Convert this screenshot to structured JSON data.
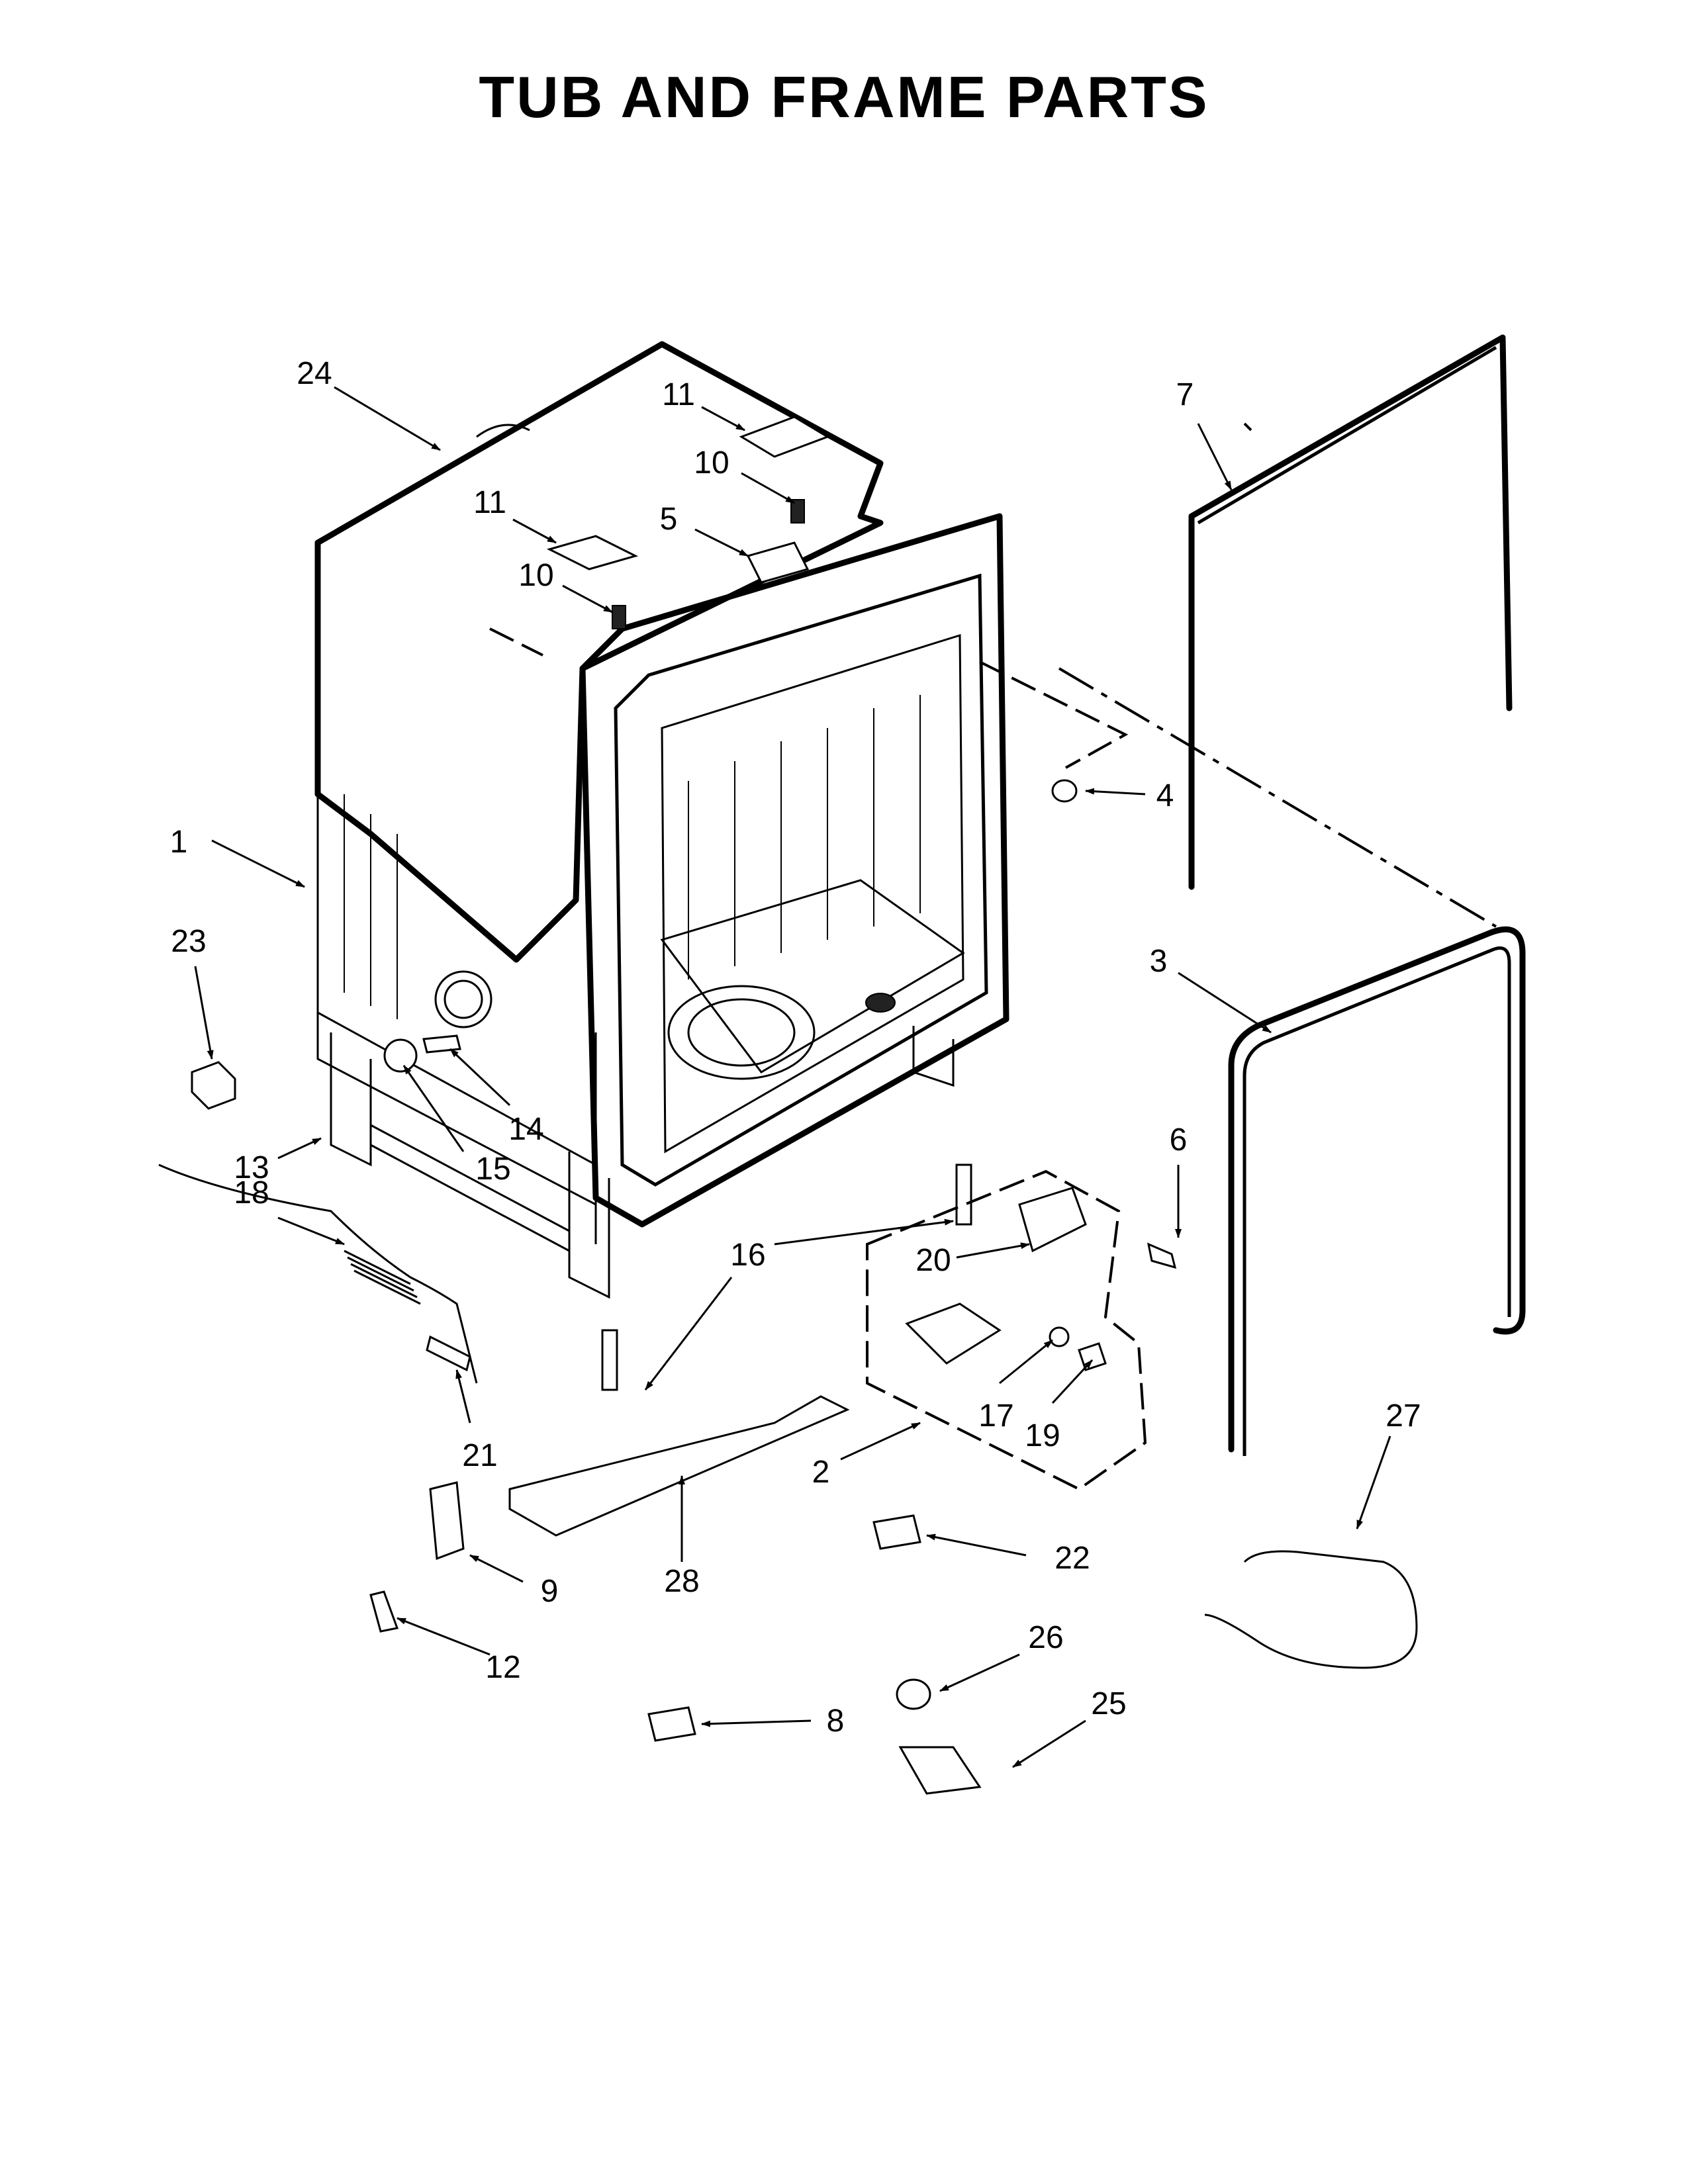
{
  "title": "TUB AND FRAME PARTS",
  "callouts": [
    {
      "id": "c1",
      "label": "1"
    },
    {
      "id": "c2",
      "label": "2"
    },
    {
      "id": "c3",
      "label": "3"
    },
    {
      "id": "c4",
      "label": "4"
    },
    {
      "id": "c5",
      "label": "5"
    },
    {
      "id": "c6",
      "label": "6"
    },
    {
      "id": "c7",
      "label": "7"
    },
    {
      "id": "c8",
      "label": "8"
    },
    {
      "id": "c9",
      "label": "9"
    },
    {
      "id": "c10a",
      "label": "10"
    },
    {
      "id": "c10b",
      "label": "10"
    },
    {
      "id": "c11a",
      "label": "11"
    },
    {
      "id": "c11b",
      "label": "11"
    },
    {
      "id": "c12",
      "label": "12"
    },
    {
      "id": "c13",
      "label": "13"
    },
    {
      "id": "c14",
      "label": "14"
    },
    {
      "id": "c15",
      "label": "15"
    },
    {
      "id": "c16",
      "label": "16"
    },
    {
      "id": "c17",
      "label": "17"
    },
    {
      "id": "c18",
      "label": "18"
    },
    {
      "id": "c19",
      "label": "19"
    },
    {
      "id": "c20",
      "label": "20"
    },
    {
      "id": "c21",
      "label": "21"
    },
    {
      "id": "c22",
      "label": "22"
    },
    {
      "id": "c23",
      "label": "23"
    },
    {
      "id": "c24",
      "label": "24"
    },
    {
      "id": "c25",
      "label": "25"
    },
    {
      "id": "c26",
      "label": "26"
    },
    {
      "id": "c27",
      "label": "27"
    },
    {
      "id": "c28",
      "label": "28"
    }
  ]
}
